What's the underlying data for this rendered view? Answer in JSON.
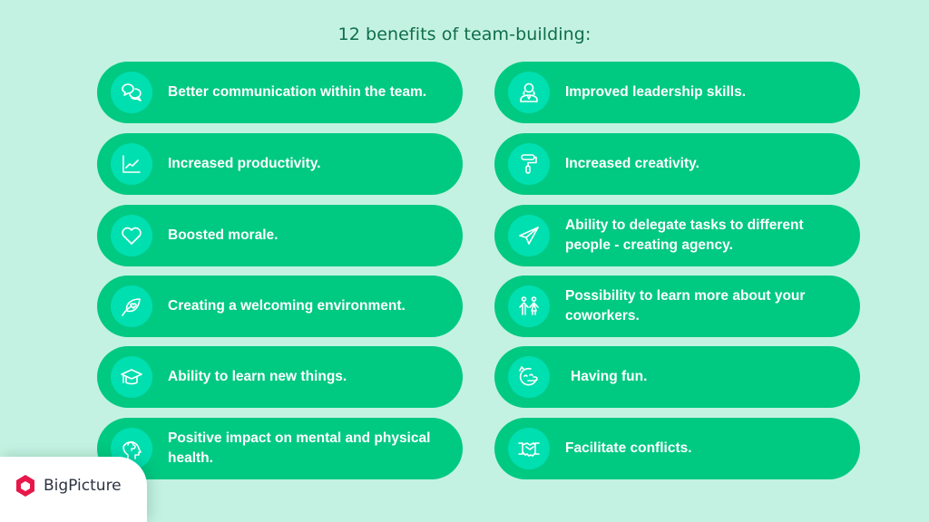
{
  "title": "12 benefits of team-building:",
  "colors": {
    "background": "#c4f2e2",
    "pill": "#00c982",
    "icon_circle": "#00dfb0",
    "title_text": "#0e6e4a",
    "logo_mark": "#e8174a"
  },
  "benefits_left": [
    {
      "icon": "speech-bubbles-icon",
      "label": "Better communication within the team."
    },
    {
      "icon": "line-chart-icon",
      "label": "Increased productivity."
    },
    {
      "icon": "heart-icon",
      "label": "Boosted morale."
    },
    {
      "icon": "leaf-heart-icon",
      "label": "Creating a welcoming environment."
    },
    {
      "icon": "graduation-cap-icon",
      "label": "Ability to learn new things."
    },
    {
      "icon": "head-brain-icon",
      "label": "Positive impact on mental and physical health."
    }
  ],
  "benefits_right": [
    {
      "icon": "leader-person-icon",
      "label": "Improved leadership skills."
    },
    {
      "icon": "paint-roller-icon",
      "label": "Increased creativity."
    },
    {
      "icon": "paper-plane-icon",
      "label": "Ability to delegate tasks to different people - creating agency."
    },
    {
      "icon": "two-people-icon",
      "label": "Possibility to learn more about your coworkers."
    },
    {
      "icon": "party-face-icon",
      "label": "Having fun."
    },
    {
      "icon": "handshake-icon",
      "label": "Facilitate conflicts."
    }
  ],
  "logo": {
    "name": "BigPicture"
  }
}
